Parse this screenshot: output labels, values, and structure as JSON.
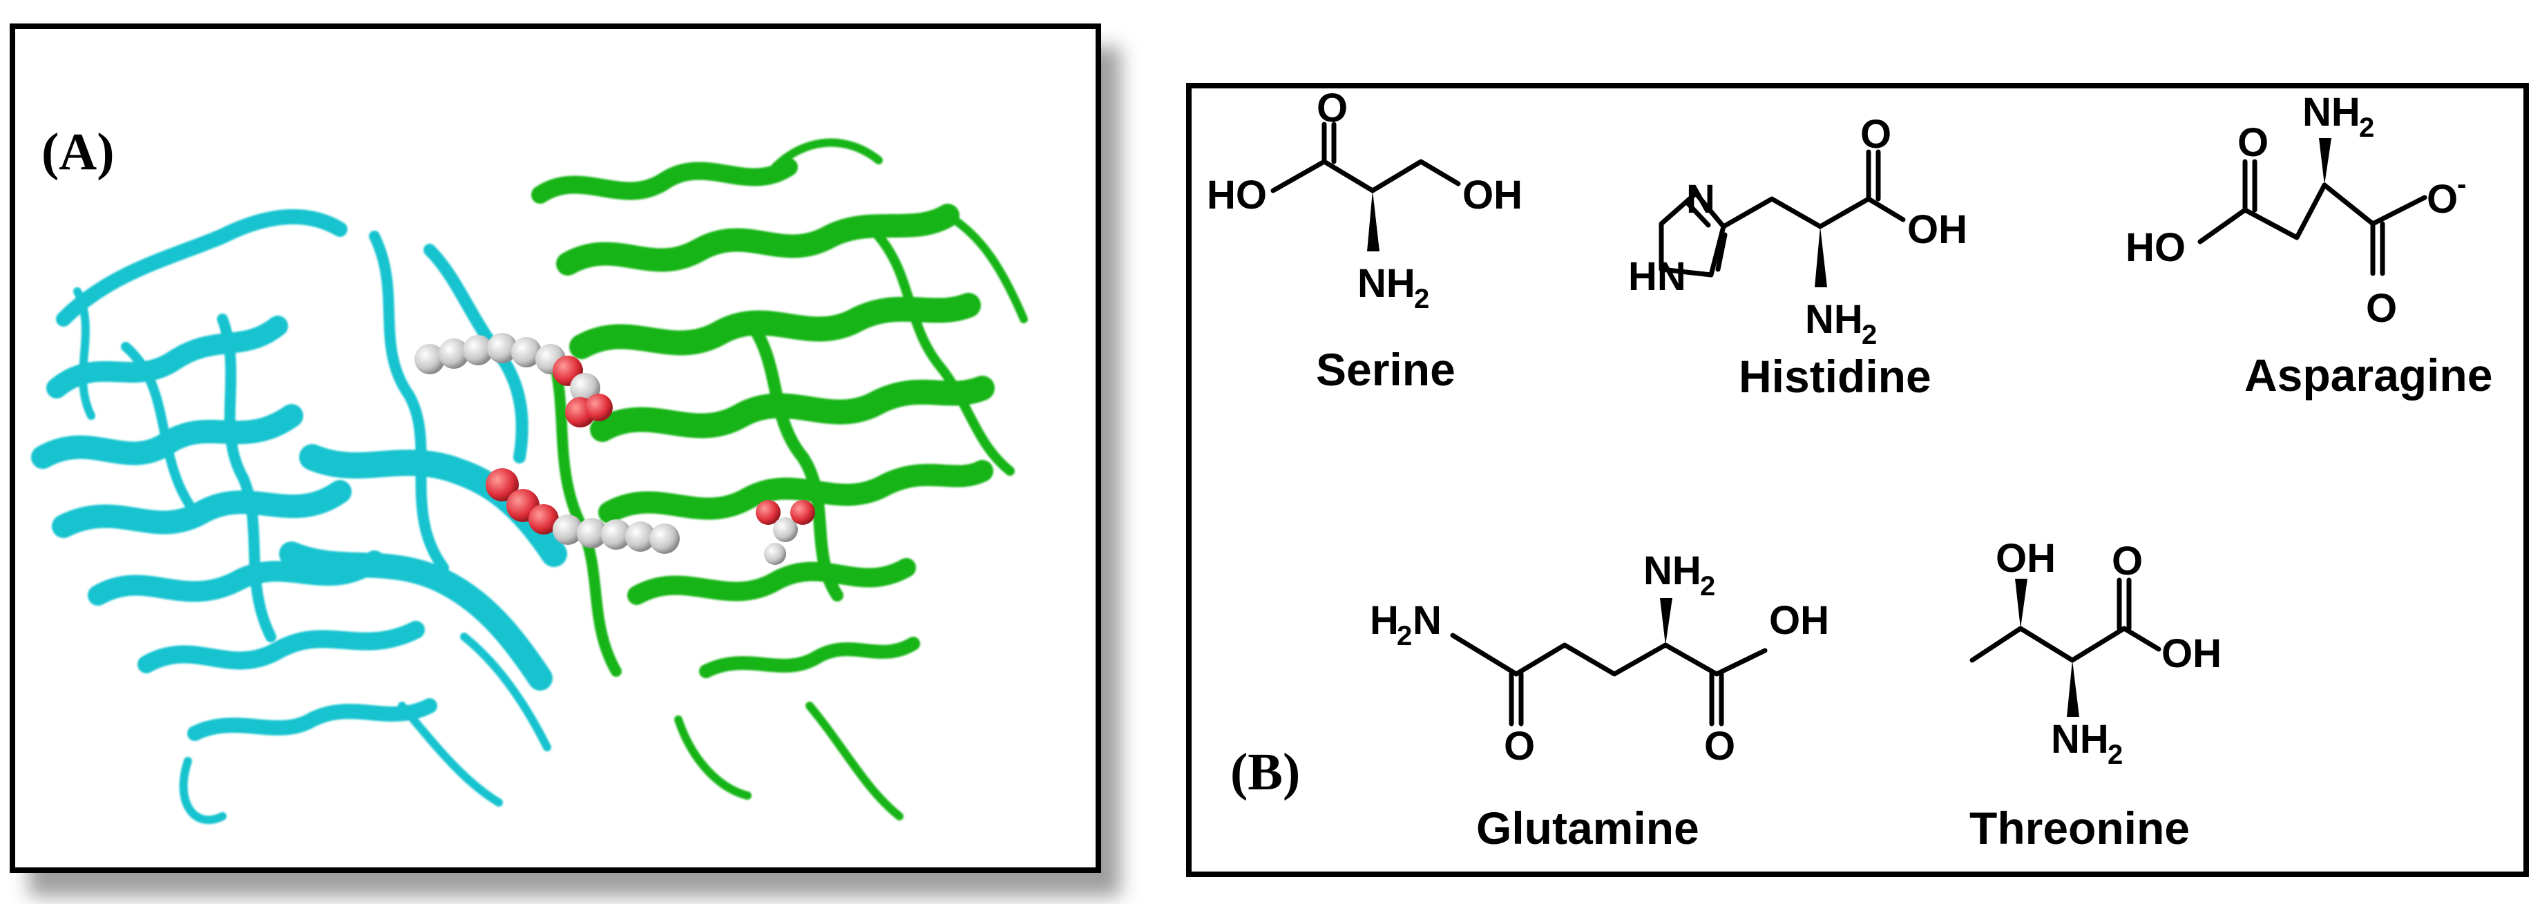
{
  "panel_a": {
    "label": "(A)",
    "colors": {
      "chain_1": "#19c3cf",
      "chain_2": "#18b418",
      "ligand_carbon": "#d4d4d4",
      "ligand_oxygen": "#e8363c"
    }
  },
  "panel_b": {
    "label": "(B)",
    "molecules": {
      "serine": {
        "name": "Serine",
        "atoms": {
          "o": "O",
          "ho": "HO",
          "oh": "OH",
          "nh2": "NH"
        }
      },
      "histidine": {
        "name": "Histidine",
        "atoms": {
          "n": "N",
          "hn": "HN",
          "o": "O",
          "oh": "OH",
          "nh2": "NH"
        }
      },
      "asparagine": {
        "name": "Asparagine",
        "atoms": {
          "nh2": "NH",
          "o_top": "O",
          "o_minus": "O",
          "charge": "-",
          "ho": "HO",
          "o_bottom": "O"
        }
      },
      "glutamine": {
        "name": "Glutamine",
        "atoms": {
          "h2n": "H",
          "h2n_sub": "2",
          "h2n_n": "N",
          "nh2": "NH",
          "oh": "OH",
          "o_left": "O",
          "o_right": "O"
        }
      },
      "threonine": {
        "name": "Threonine",
        "atoms": {
          "oh_top": "OH",
          "o": "O",
          "oh": "OH",
          "nh2": "NH"
        }
      }
    },
    "subscript": "2"
  }
}
